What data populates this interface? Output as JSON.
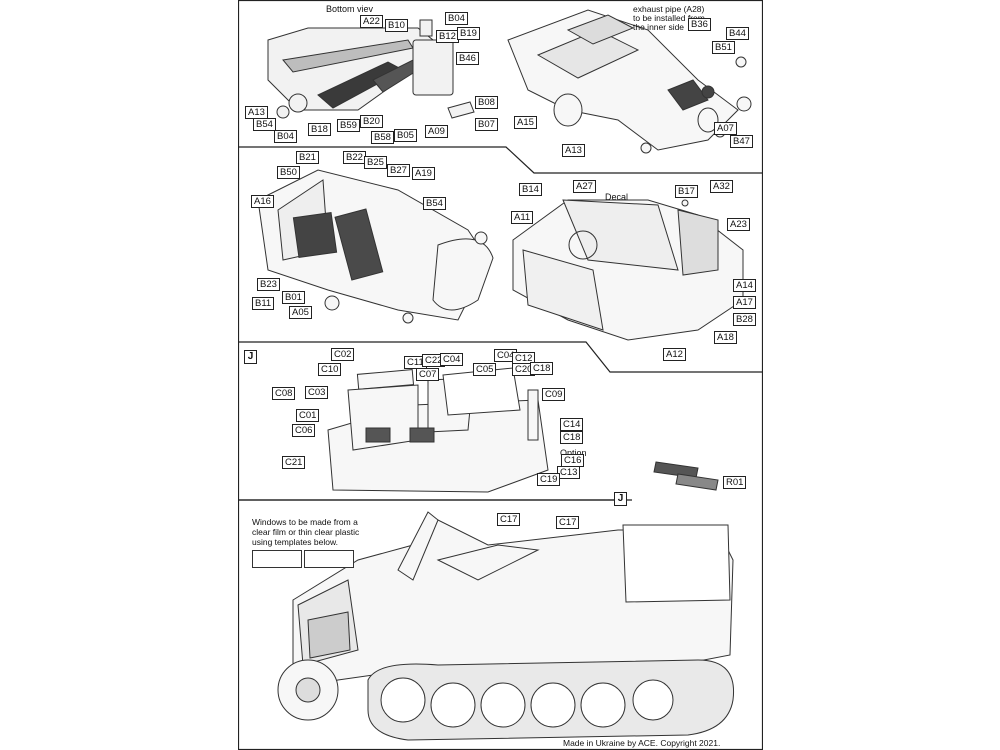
{
  "notes": {
    "bottom_view": "Bottom viev",
    "exhaust_line1": "exhaust pipe (A28)",
    "exhaust_line2": "to be installed from",
    "exhaust_line3": "the inner side",
    "decal": "Decal",
    "option": "Option",
    "windows_line1": "Windows to be made from a",
    "windows_line2": "clear film or thin clear plastic",
    "windows_line3": "using templates below.",
    "footer": "Made in Ukraine by ACE. Copyright 2021.",
    "section_mark": "J",
    "section_mark_2": "J"
  },
  "panel1_labels": [
    "A22",
    "B10",
    "B04",
    "B12",
    "B19",
    "B46",
    "B08",
    "B07",
    "A09",
    "B05",
    "B58",
    "B20",
    "B59",
    "B18",
    "B04",
    "B54",
    "A13"
  ],
  "panel2_labels": [
    "B36",
    "B44",
    "B51",
    "A07",
    "B47",
    "A15",
    "A13"
  ],
  "panel3_labels": [
    "B21",
    "B22",
    "B25",
    "B27",
    "A19",
    "B50",
    "A16",
    "B54",
    "B23",
    "B01",
    "B11",
    "A05"
  ],
  "panel4_labels": [
    "B14",
    "A27",
    "B17",
    "A32",
    "A11",
    "A23",
    "A14",
    "A17",
    "B28",
    "A18",
    "A12"
  ],
  "panel5_labels": [
    "C02",
    "C10",
    "C11",
    "C22",
    "C04",
    "C04",
    "C12",
    "C05",
    "C20",
    "C18",
    "C08",
    "C03",
    "C07",
    "C09",
    "C01",
    "C06",
    "C14",
    "C18",
    "C16",
    "C13",
    "C21",
    "C19"
  ],
  "panel5b_labels": [
    "R01"
  ],
  "panel6_labels": [
    "C17",
    "C17"
  ]
}
